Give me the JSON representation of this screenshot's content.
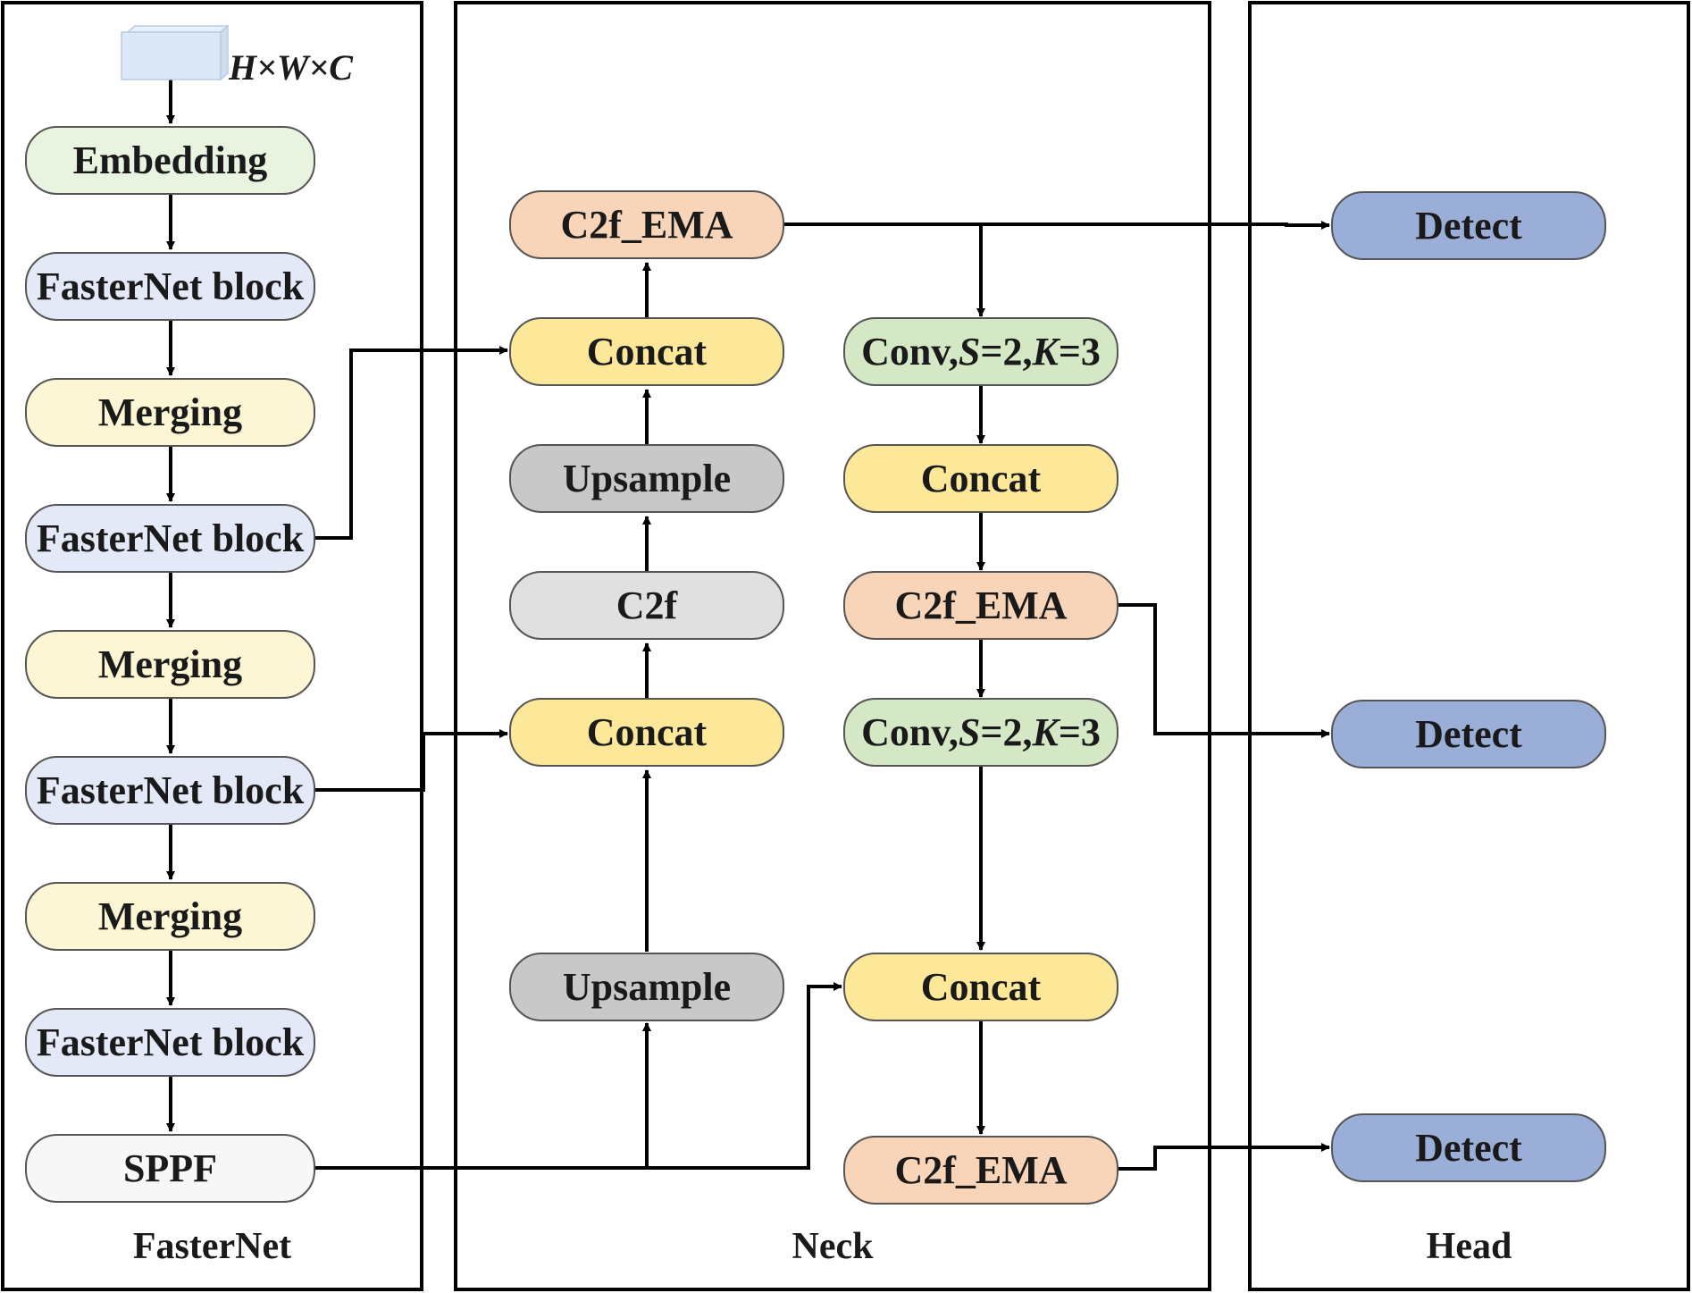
{
  "panels": {
    "backbone": "FasterNet",
    "neck": "Neck",
    "head": "Head"
  },
  "input": {
    "label": "H×W×C"
  },
  "backbone": [
    {
      "id": "embedding",
      "label": "Embedding",
      "color": "#e8f3e0"
    },
    {
      "id": "fasternet-block-1",
      "label": "FasterNet block",
      "color": "#e3e9f7"
    },
    {
      "id": "merging-1",
      "label": "Merging",
      "color": "#fdf6d4"
    },
    {
      "id": "fasternet-block-2",
      "label": "FasterNet block",
      "color": "#e3e9f7"
    },
    {
      "id": "merging-2",
      "label": "Merging",
      "color": "#fdf6d4"
    },
    {
      "id": "fasternet-block-3",
      "label": "FasterNet block",
      "color": "#e3e9f7"
    },
    {
      "id": "merging-3",
      "label": "Merging",
      "color": "#fdf6d4"
    },
    {
      "id": "fasternet-block-4",
      "label": "FasterNet block",
      "color": "#e3e9f7"
    },
    {
      "id": "sppf",
      "label": "SPPF",
      "color": "#f7f7f7"
    }
  ],
  "neck_left": [
    {
      "id": "c2f-ema-top",
      "label": "C2f_EMA",
      "color": "#f8d5b8"
    },
    {
      "id": "concat-l1",
      "label": "Concat",
      "color": "#fde89a"
    },
    {
      "id": "upsample-1",
      "label": "Upsample",
      "color": "#c8c8c8"
    },
    {
      "id": "c2f",
      "label": "C2f",
      "color": "#e0e0e0"
    },
    {
      "id": "concat-l2",
      "label": "Concat",
      "color": "#fde89a"
    },
    {
      "id": "upsample-2",
      "label": "Upsample",
      "color": "#c8c8c8"
    }
  ],
  "neck_right": [
    {
      "id": "conv-1",
      "label_parts": [
        "Conv,",
        "S",
        "=2,",
        "K",
        "=3"
      ],
      "color": "#d5e8c5"
    },
    {
      "id": "concat-r1",
      "label": "Concat",
      "color": "#fde89a"
    },
    {
      "id": "c2f-ema-mid",
      "label": "C2f_EMA",
      "color": "#f8d5b8"
    },
    {
      "id": "conv-2",
      "label_parts": [
        "Conv,",
        "S",
        "=2,",
        "K",
        "=3"
      ],
      "color": "#d5e8c5"
    },
    {
      "id": "concat-r2",
      "label": "Concat",
      "color": "#fde89a"
    },
    {
      "id": "c2f-ema-bottom",
      "label": "C2f_EMA",
      "color": "#f8d5b8"
    }
  ],
  "head": [
    {
      "id": "detect-1",
      "label": "Detect",
      "color": "#9baed8"
    },
    {
      "id": "detect-2",
      "label": "Detect",
      "color": "#9baed8"
    },
    {
      "id": "detect-3",
      "label": "Detect",
      "color": "#9baed8"
    }
  ]
}
